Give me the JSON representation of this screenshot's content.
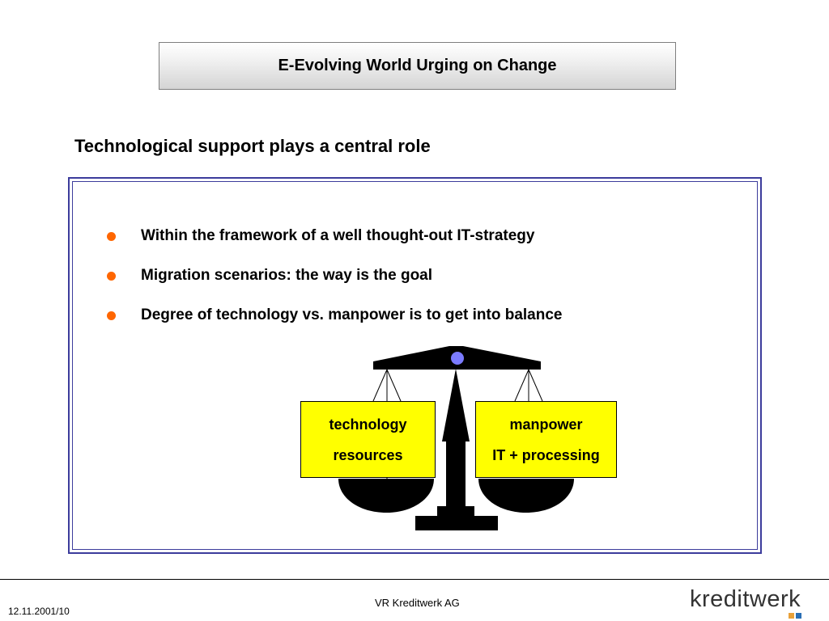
{
  "slide": {
    "title": "E-Evolving World Urging on Change",
    "subtitle": "Technological support plays a central role",
    "bullets": [
      "Within the framework of a well thought-out IT-strategy",
      "Migration scenarios: the way is the goal",
      "Degree of technology vs. manpower is to get into balance"
    ],
    "scale": {
      "left_pan": {
        "line1": "technology",
        "line2": "resources"
      },
      "right_pan": {
        "line1": "manpower",
        "line2": "IT + processing"
      }
    }
  },
  "footer": {
    "company": "VR Kreditwerk AG",
    "date_page": "12.11.2001/10",
    "logo_text": "kreditwerk"
  },
  "colors": {
    "bullet": "#ff6600",
    "frame": "#3c3c9c",
    "pan_label_bg": "#ffff00",
    "pivot": "#7b7bff",
    "logo_squares": [
      "#e8a13a",
      "#2a6fb5"
    ]
  }
}
